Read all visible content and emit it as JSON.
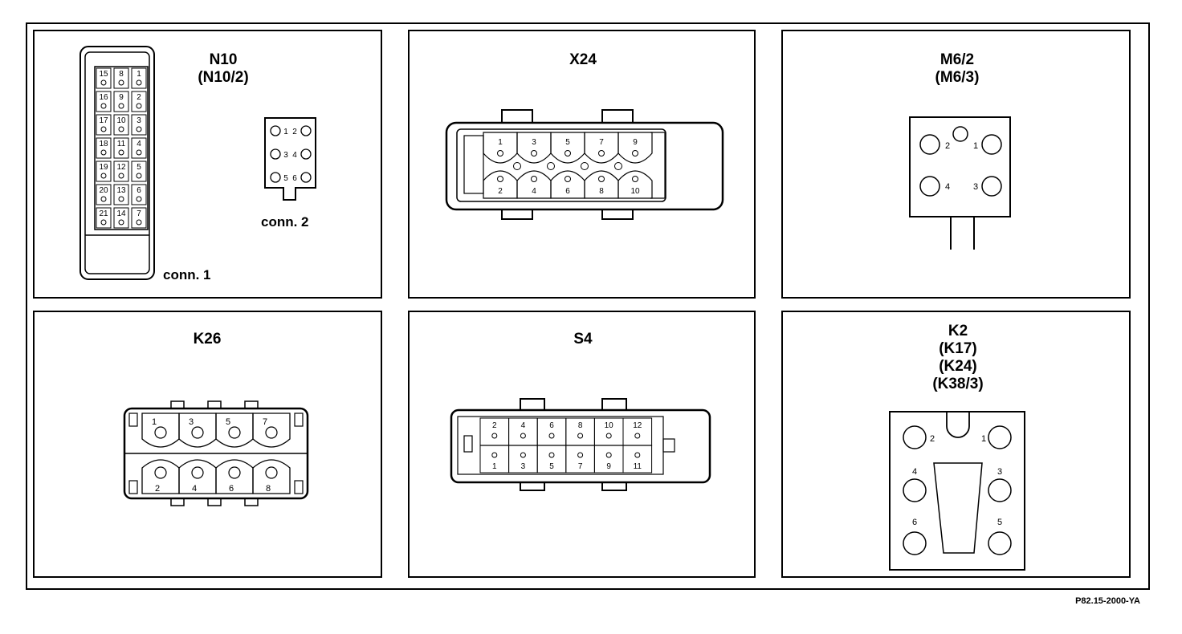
{
  "diagram_code": "P82.15-2000-YA",
  "panels": {
    "n10": {
      "title_lines": [
        "N10",
        "(N10/2)"
      ],
      "conn1_label": "conn. 1",
      "conn2_label": "conn. 2",
      "conn1_pins": [
        [
          "15",
          "8",
          "1"
        ],
        [
          "16",
          "9",
          "2"
        ],
        [
          "17",
          "10",
          "3"
        ],
        [
          "18",
          "11",
          "4"
        ],
        [
          "19",
          "12",
          "5"
        ],
        [
          "20",
          "13",
          "6"
        ],
        [
          "21",
          "14",
          "7"
        ]
      ],
      "conn2_pins": [
        [
          "1",
          "2"
        ],
        [
          "3",
          "4"
        ],
        [
          "5",
          "6"
        ]
      ]
    },
    "x24": {
      "title_lines": [
        "X24"
      ],
      "top_pins": [
        "1",
        "3",
        "5",
        "7",
        "9"
      ],
      "bottom_pins": [
        "2",
        "4",
        "6",
        "8",
        "10"
      ]
    },
    "m6_2": {
      "title_lines": [
        "M6/2",
        "(M6/3)"
      ],
      "pins": [
        "2",
        "1",
        "4",
        "3"
      ]
    },
    "k26": {
      "title_lines": [
        "K26"
      ],
      "top_pins": [
        "1",
        "3",
        "5",
        "7"
      ],
      "bottom_pins": [
        "2",
        "4",
        "6",
        "8"
      ]
    },
    "s4": {
      "title_lines": [
        "S4"
      ],
      "top_pins": [
        "2",
        "4",
        "6",
        "8",
        "10",
        "12"
      ],
      "bottom_pins": [
        "1",
        "3",
        "5",
        "7",
        "9",
        "11"
      ]
    },
    "k2": {
      "title_lines": [
        "K2",
        "(K17)",
        "(K24)",
        "(K38/3)"
      ],
      "pins": [
        "2",
        "1",
        "4",
        "3",
        "6",
        "5"
      ]
    }
  }
}
